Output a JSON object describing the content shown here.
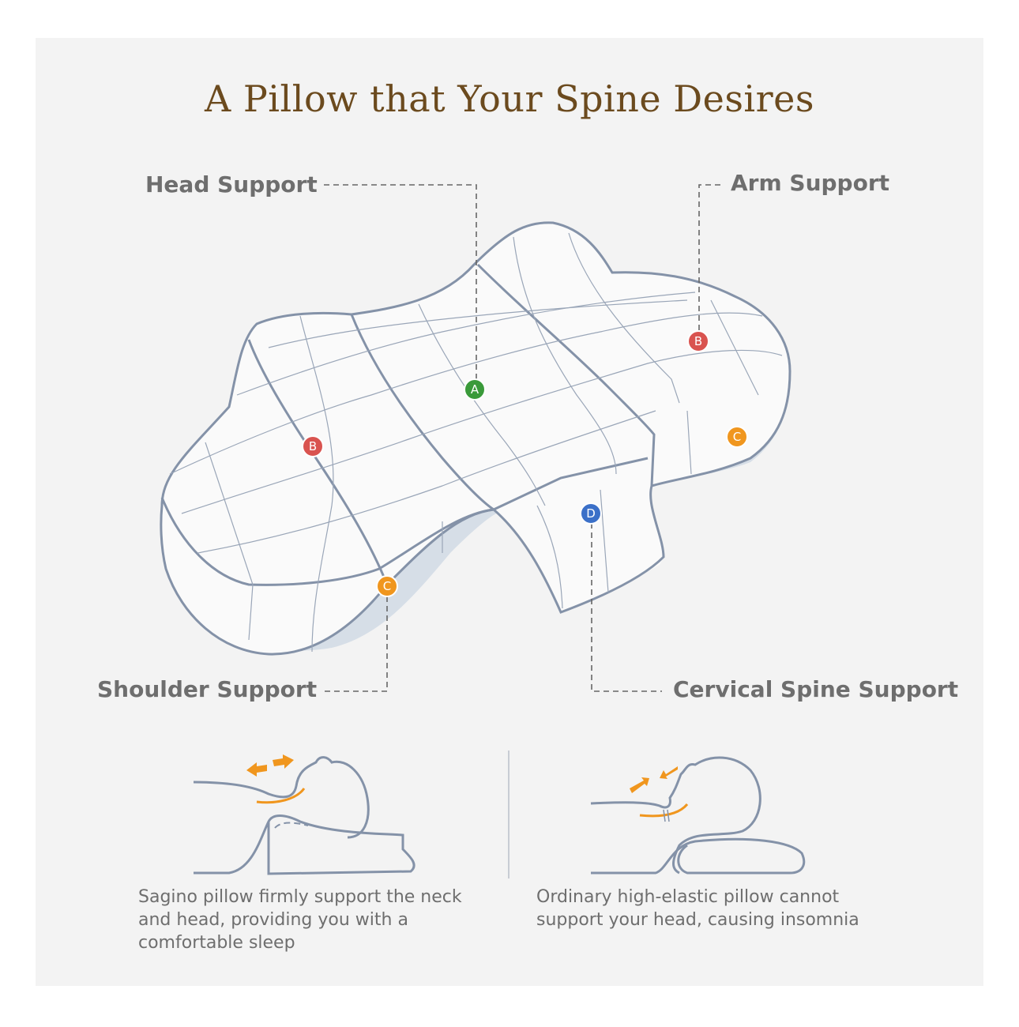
{
  "title": "A Pillow that Your Spine Desires",
  "labels": {
    "head": "Head Support",
    "arm": "Arm Support",
    "shoulder": "Shoulder Support",
    "cervical": "Cervical Spine Support"
  },
  "markers": {
    "a": "A",
    "b": "B",
    "c": "C",
    "d": "D"
  },
  "marker_colors": {
    "a": "#3a9a3a",
    "b": "#d9534f",
    "c": "#f0961e",
    "d": "#3b70c8"
  },
  "captions": {
    "sagino": "Sagino pillow firmly support the neck and head, providing you with a comfortable sleep",
    "ordinary": "Ordinary high-elastic pillow cannot support your head, causing insomnia"
  }
}
